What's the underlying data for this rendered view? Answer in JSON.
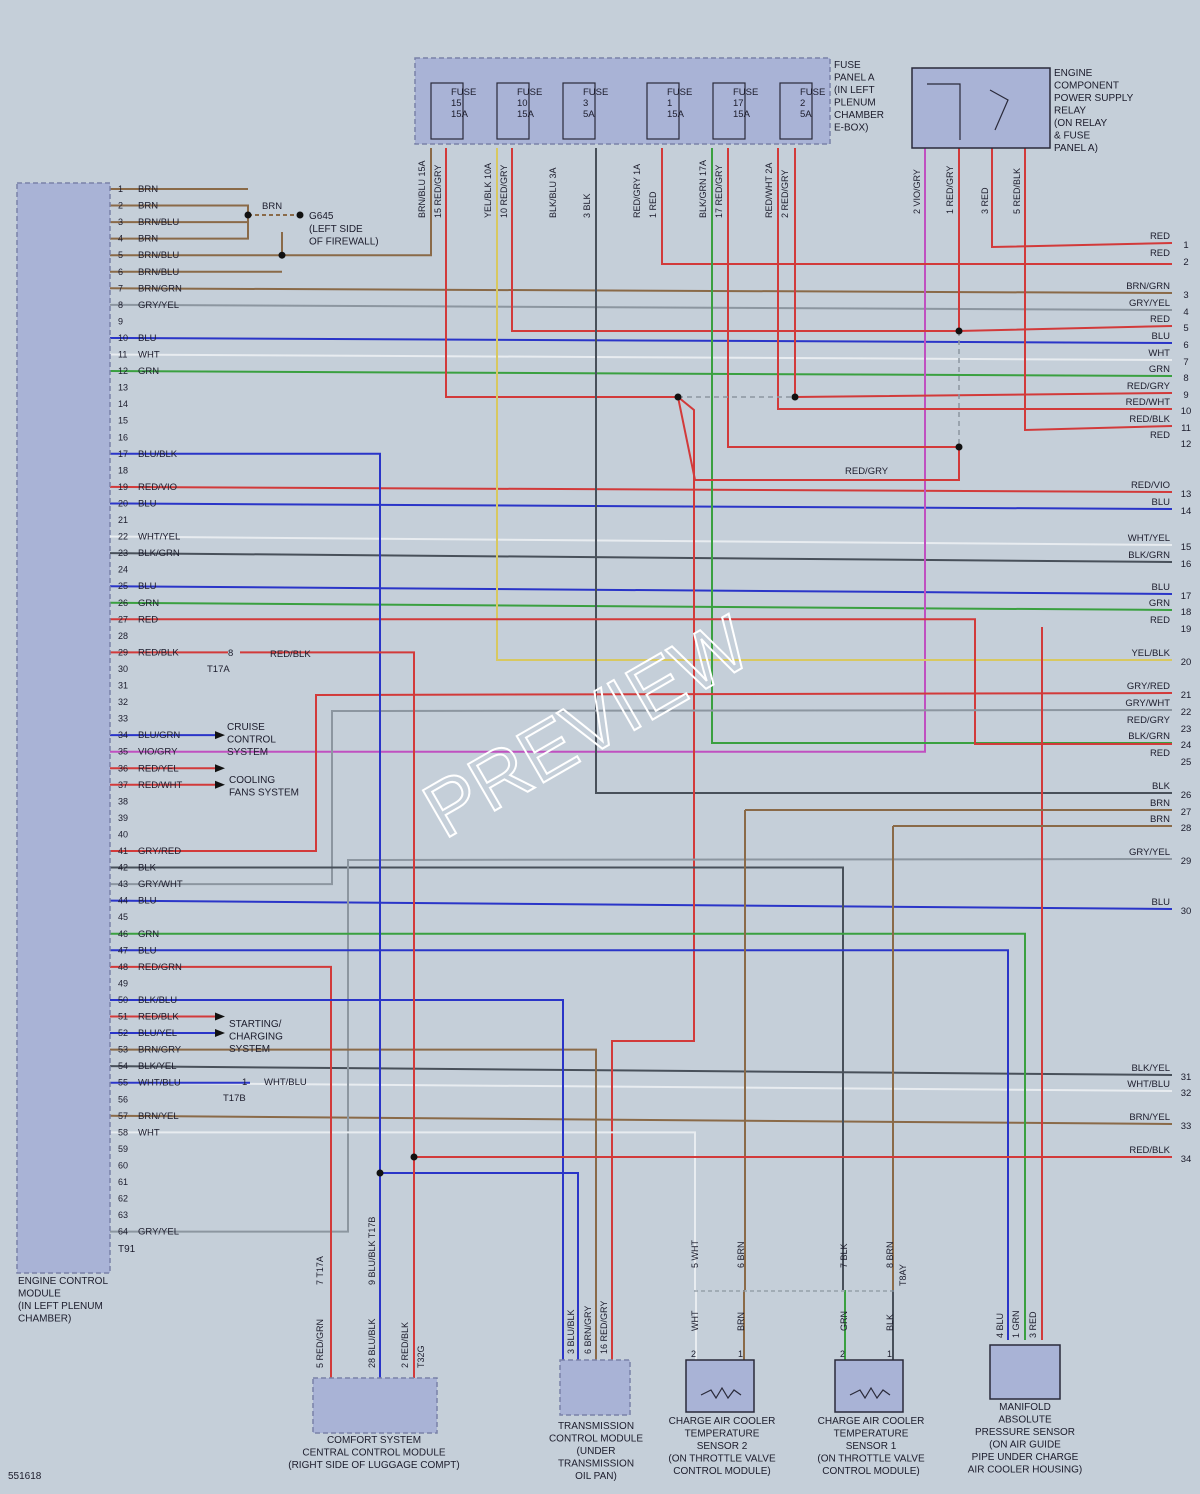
{
  "diagram_id": "551618",
  "watermark": "PREVIEW",
  "colors": {
    "BRN": "#8a6a48",
    "RED": "#d23a3a",
    "BLU": "#2a35c8",
    "WHT": "#e8ecf0",
    "GRN": "#3aa040",
    "YEL": "#d8c860",
    "GRY": "#8c96a0",
    "BLK": "#48505a",
    "VIO": "#c050c0",
    "module_fill": "#a9b3d6",
    "module_stroke": "#7a82a8",
    "background": "#c5cfd9",
    "text": "#1c1c2c"
  },
  "ecm": {
    "lines": [
      "ENGINE CONTROL",
      "MODULE",
      "(IN LEFT PLENUM",
      "CHAMBER)"
    ],
    "connector": "T91",
    "pins": [
      {
        "n": "1",
        "wire": "BRN"
      },
      {
        "n": "2",
        "wire": "BRN"
      },
      {
        "n": "3",
        "wire": "BRN/BLU"
      },
      {
        "n": "4",
        "wire": "BRN"
      },
      {
        "n": "5",
        "wire": "BRN/BLU"
      },
      {
        "n": "6",
        "wire": "BRN/BLU"
      },
      {
        "n": "7",
        "wire": "BRN/GRN"
      },
      {
        "n": "8",
        "wire": "GRY/YEL"
      },
      {
        "n": "9",
        "wire": ""
      },
      {
        "n": "10",
        "wire": "BLU"
      },
      {
        "n": "11",
        "wire": "WHT"
      },
      {
        "n": "12",
        "wire": "GRN"
      },
      {
        "n": "13",
        "wire": ""
      },
      {
        "n": "14",
        "wire": ""
      },
      {
        "n": "15",
        "wire": ""
      },
      {
        "n": "16",
        "wire": ""
      },
      {
        "n": "17",
        "wire": "BLU/BLK"
      },
      {
        "n": "18",
        "wire": ""
      },
      {
        "n": "19",
        "wire": "RED/VIO"
      },
      {
        "n": "20",
        "wire": "BLU"
      },
      {
        "n": "21",
        "wire": ""
      },
      {
        "n": "22",
        "wire": "WHT/YEL"
      },
      {
        "n": "23",
        "wire": "BLK/GRN"
      },
      {
        "n": "24",
        "wire": ""
      },
      {
        "n": "25",
        "wire": "BLU"
      },
      {
        "n": "26",
        "wire": "GRN"
      },
      {
        "n": "27",
        "wire": "RED"
      },
      {
        "n": "28",
        "wire": ""
      },
      {
        "n": "29",
        "wire": "RED/BLK"
      },
      {
        "n": "30",
        "wire": ""
      },
      {
        "n": "31",
        "wire": ""
      },
      {
        "n": "32",
        "wire": ""
      },
      {
        "n": "33",
        "wire": ""
      },
      {
        "n": "34",
        "wire": "BLU/GRN"
      },
      {
        "n": "35",
        "wire": "VIO/GRY"
      },
      {
        "n": "36",
        "wire": "RED/YEL"
      },
      {
        "n": "37",
        "wire": "RED/WHT"
      },
      {
        "n": "38",
        "wire": ""
      },
      {
        "n": "39",
        "wire": ""
      },
      {
        "n": "40",
        "wire": ""
      },
      {
        "n": "41",
        "wire": "GRY/RED"
      },
      {
        "n": "42",
        "wire": "BLK"
      },
      {
        "n": "43",
        "wire": "GRY/WHT"
      },
      {
        "n": "44",
        "wire": "BLU"
      },
      {
        "n": "45",
        "wire": ""
      },
      {
        "n": "46",
        "wire": "GRN"
      },
      {
        "n": "47",
        "wire": "BLU"
      },
      {
        "n": "48",
        "wire": "RED/GRN"
      },
      {
        "n": "49",
        "wire": ""
      },
      {
        "n": "50",
        "wire": "BLK/BLU"
      },
      {
        "n": "51",
        "wire": "RED/BLK"
      },
      {
        "n": "52",
        "wire": "BLU/YEL"
      },
      {
        "n": "53",
        "wire": "BRN/GRY"
      },
      {
        "n": "54",
        "wire": "BLK/YEL"
      },
      {
        "n": "55",
        "wire": "WHT/BLU"
      },
      {
        "n": "56",
        "wire": ""
      },
      {
        "n": "57",
        "wire": "BRN/YEL"
      },
      {
        "n": "58",
        "wire": "WHT"
      },
      {
        "n": "59",
        "wire": ""
      },
      {
        "n": "60",
        "wire": ""
      },
      {
        "n": "61",
        "wire": ""
      },
      {
        "n": "62",
        "wire": ""
      },
      {
        "n": "63",
        "wire": ""
      },
      {
        "n": "64",
        "wire": "GRY/YEL"
      }
    ]
  },
  "ground": {
    "label": "G645",
    "wire": "BRN",
    "lines": [
      "(LEFT SIDE",
      "OF FIREWALL)"
    ]
  },
  "fuse_panel": {
    "lines": [
      "FUSE",
      "PANEL A",
      "(IN LEFT",
      "PLENUM",
      "CHAMBER",
      "E-BOX)"
    ],
    "fuses": [
      {
        "lines": [
          "FUSE",
          "15",
          "15A"
        ]
      },
      {
        "lines": [
          "FUSE",
          "10",
          "15A"
        ]
      },
      {
        "lines": [
          "FUSE",
          "3",
          "5A"
        ]
      },
      {
        "lines": [
          "FUSE",
          "1",
          "15A"
        ]
      },
      {
        "lines": [
          "FUSE",
          "17",
          "15A"
        ]
      },
      {
        "lines": [
          "FUSE",
          "2",
          "5A"
        ]
      }
    ],
    "bottom_wires": [
      {
        "label": "BRN/BLU 15A"
      },
      {
        "label": "15 RED/GRY"
      },
      {
        "label": "YEL/BLK 10A"
      },
      {
        "label": "10 RED/GRY"
      },
      {
        "label": "BLK/BLU 3A"
      },
      {
        "label": "3 BLK"
      },
      {
        "label": "RED/GRY 1A"
      },
      {
        "label": "1 RED"
      },
      {
        "label": "BLK/GRN 17A"
      },
      {
        "label": "17 RED/GRY"
      },
      {
        "label": "RED/WHT 2A"
      },
      {
        "label": "2 RED/GRY"
      }
    ]
  },
  "relay": {
    "lines": [
      "ENGINE",
      "COMPONENT",
      "POWER SUPPLY",
      "RELAY",
      "(ON RELAY",
      "& FUSE",
      "PANEL A)"
    ],
    "wires": [
      {
        "label": "2 VIO/GRY"
      },
      {
        "label": "1 RED/GRY"
      },
      {
        "label": "3 RED"
      },
      {
        "label": "5 RED/BLK"
      }
    ]
  },
  "right_wires": [
    {
      "ref": "1",
      "label": "RED"
    },
    {
      "ref": "2",
      "label": "RED"
    },
    {
      "ref": "3",
      "label": "BRN/GRN"
    },
    {
      "ref": "4",
      "label": "GRY/YEL"
    },
    {
      "ref": "5",
      "label": "RED"
    },
    {
      "ref": "6",
      "label": "BLU"
    },
    {
      "ref": "7",
      "label": "WHT"
    },
    {
      "ref": "8",
      "label": "GRN"
    },
    {
      "ref": "9",
      "label": "RED/GRY"
    },
    {
      "ref": "10",
      "label": "RED/WHT"
    },
    {
      "ref": "11",
      "label": "RED/BLK"
    },
    {
      "ref": "12",
      "label": "RED"
    },
    {
      "ref": "13",
      "label": "RED/VIO"
    },
    {
      "ref": "14",
      "label": "BLU"
    },
    {
      "ref": "15",
      "label": "WHT/YEL"
    },
    {
      "ref": "16",
      "label": "BLK/GRN"
    },
    {
      "ref": "17",
      "label": "BLU"
    },
    {
      "ref": "18",
      "label": "GRN"
    },
    {
      "ref": "19",
      "label": "RED"
    },
    {
      "ref": "20",
      "label": "YEL/BLK"
    },
    {
      "ref": "21",
      "label": "GRY/RED"
    },
    {
      "ref": "22",
      "label": "GRY/WHT"
    },
    {
      "ref": "23",
      "label": "RED/GRY"
    },
    {
      "ref": "24",
      "label": "BLK/GRN"
    },
    {
      "ref": "25",
      "label": "RED"
    },
    {
      "ref": "26",
      "label": "BLK"
    },
    {
      "ref": "27",
      "label": "BRN"
    },
    {
      "ref": "28",
      "label": "BRN"
    },
    {
      "ref": "29",
      "label": "GRY/YEL"
    },
    {
      "ref": "30",
      "label": "BLU"
    },
    {
      "ref": "31",
      "label": "BLK/YEL"
    },
    {
      "ref": "32",
      "label": "WHT/BLU"
    },
    {
      "ref": "33",
      "label": "BRN/YEL"
    },
    {
      "ref": "34",
      "label": "RED/BLK"
    }
  ],
  "side_labels": {
    "red_gry": "RED/GRY",
    "red_blk": "RED/BLK",
    "t17a": "T17A",
    "t17a_pin": "8",
    "t17b": "T17B",
    "t17b_pin": "1",
    "wht_blu": "WHT/BLU",
    "cruise": [
      "CRUISE",
      "CONTROL",
      "SYSTEM"
    ],
    "cooling": [
      "COOLING",
      "FANS SYSTEM"
    ],
    "starting": [
      "STARTING/",
      "CHARGING",
      "SYSTEM"
    ]
  },
  "bottom_modules": [
    {
      "id": "comfort",
      "lines": [
        "COMFORT SYSTEM",
        "CENTRAL CONTROL MODULE",
        "(RIGHT SIDE OF LUGGAGE COMPT)"
      ],
      "connector": "T32G",
      "top_labels": [
        "7 T17A",
        "9 BLU/BLK T17B"
      ],
      "wires": [
        "5 RED/GRN",
        "28 BLU/BLK",
        "2 RED/BLK"
      ]
    },
    {
      "id": "tcm",
      "lines": [
        "TRANSMISSION",
        "CONTROL MODULE",
        "(UNDER",
        "TRANSMISSION",
        "OIL PAN)"
      ],
      "wires": [
        "3 BLU/BLK",
        "6 BRN/GRY",
        "16 RED/GRY"
      ]
    },
    {
      "id": "cac2",
      "lines": [
        "CHARGE AIR COOLER",
        "TEMPERATURE",
        "SENSOR 2",
        "(ON THROTTLE VALVE",
        "CONTROL MODULE)"
      ],
      "top_labels": [
        "5 WHT",
        "6 BRN"
      ],
      "wires": [
        "WHT",
        "BRN"
      ],
      "pins": [
        "2",
        "1"
      ]
    },
    {
      "id": "cac1",
      "lines": [
        "CHARGE AIR COOLER",
        "TEMPERATURE",
        "SENSOR 1",
        "(ON THROTTLE VALVE",
        "CONTROL MODULE)"
      ],
      "connector": "T8AY",
      "top_labels": [
        "7 BLK",
        "8 BRN"
      ],
      "wires": [
        "GRN",
        "BLK"
      ],
      "pins": [
        "2",
        "1"
      ]
    },
    {
      "id": "map",
      "lines": [
        "MANIFOLD",
        "ABSOLUTE",
        "PRESSURE SENSOR",
        "(ON AIR GUIDE",
        "PIPE UNDER CHARGE",
        "AIR COOLER HOUSING)"
      ],
      "wires": [
        "4 BLU",
        "1 GRN",
        "3 RED"
      ]
    }
  ]
}
